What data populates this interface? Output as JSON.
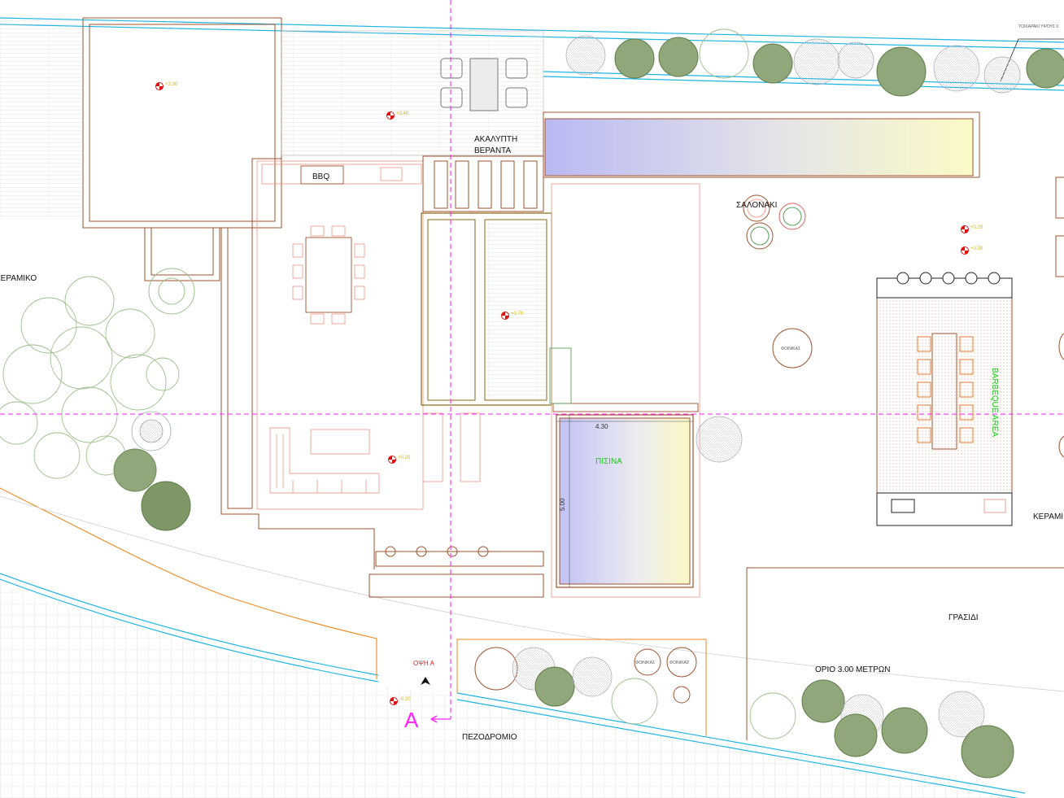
{
  "labels": {
    "veranda_line1": "ΑΚΑΛΥΠΤΗ",
    "veranda_line2": "ΒΕΡΑΝΤΑ",
    "bbq": "BBQ",
    "salonaki": "ΣΑΛΟΝΑΚΙ",
    "keramiko_left": "ΚΕΡΑΜΙΚΟ",
    "keramiko_right": "ΚΕΡΑΜΙ",
    "pisina": "ΠΙΣΙΝΑ",
    "barbeque_area": "BARBEQUE AREA",
    "grasidi": "ΓΡΑΣΙΔΙ",
    "orio": "ΟΡΙΟ 3.00 ΜΕΤΡΩΝ",
    "pezodromio": "ΠΕΖΟΔΡΟΜΙΟ",
    "opsi": "ΟΨΗ Α",
    "section_letter": "A",
    "toixaraki": "ΤΟΙΧΑΡΑΚΙ ΥΨΟΥΣ 0",
    "foinikas1": "ΦΟΙΝΙΚΑΣ",
    "foinikas2": "ΦΟΙΝΙΚΑΣ",
    "foinikas3": "ΦΟΙΝΙΚΑΣ"
  },
  "dimensions": {
    "pool_width": "4.30",
    "pool_length": "5.00"
  },
  "levels": {
    "lvl_house": "+3.30",
    "lvl_terrace": "+0.40",
    "lvl_center": "+0.70",
    "lvl_lounge": "+0.20",
    "lvl_right1": "+0.20",
    "lvl_right2": "+0.00",
    "lvl_entry": "-0.20"
  },
  "colors": {
    "building": "#a0522d",
    "pool_fill_a": "#bcbcf4",
    "pool_fill_b": "#fdfbc8",
    "section_line": "#ff22ff",
    "water_edge": "#1eb4e6",
    "boundary": "#f08a1e",
    "tree_dark": "#6f8e57",
    "tree_light": "#9cc08a",
    "level_marker": "#e01010"
  }
}
